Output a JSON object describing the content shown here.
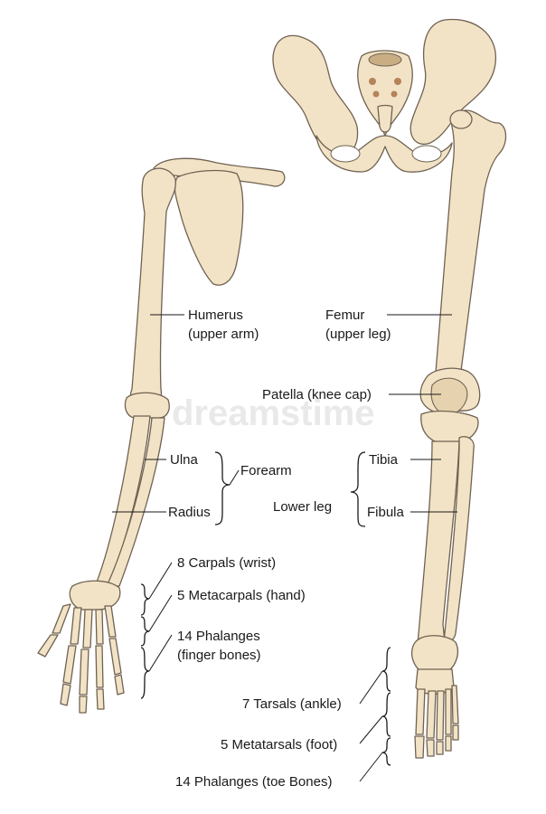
{
  "labels": {
    "humerus": "Humerus",
    "upper_arm": "(upper arm)",
    "femur": "Femur",
    "upper_leg": "(upper leg)",
    "patella": "Patella (knee cap)",
    "ulna": "Ulna",
    "forearm": "Forearm",
    "radius": "Radius",
    "tibia": "Tibia",
    "lower_leg": "Lower leg",
    "fibula": "Fibula",
    "carpals": "8 Carpals (wrist)",
    "metacarpals": "5 Metacarpals (hand)",
    "phalanges_hand_1": "14 Phalanges",
    "phalanges_hand_2": "(finger bones)",
    "tarsals": "7 Tarsals (ankle)",
    "metatarsals": "5 Metatarsals (foot)",
    "phalanges_foot": "14 Phalanges (toe Bones)"
  },
  "watermark": "dreamstime",
  "colors": {
    "bone": "#f3e3c6",
    "bone_outline": "#6f6252",
    "sacrum_spots": "#b5835a",
    "text": "#1a1a1a"
  }
}
